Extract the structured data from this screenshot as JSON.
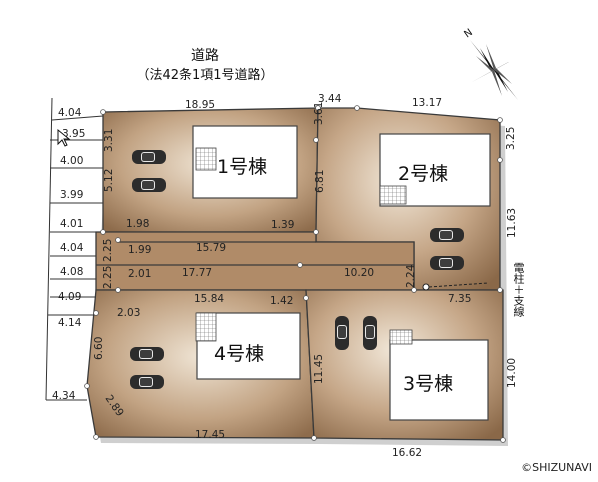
{
  "road": {
    "name": "道路",
    "note": "（法42条1項1号道路）"
  },
  "lots": {
    "lot1": "1号棟",
    "lot2": "2号棟",
    "lot3": "3号棟",
    "lot4": "4号棟"
  },
  "utility_pole": "電柱＋支線",
  "copyright": "©SHIZUNAVI",
  "dims": {
    "left_404": "4.04",
    "left_395": "3.95",
    "left_400": "4.00",
    "left_399": "3.99",
    "left_401": "4.01",
    "left_404b": "4.04",
    "left_408": "4.08",
    "left_409": "4.09",
    "left_414": "4.14",
    "left_434": "4.34",
    "top_1895": "18.95",
    "top_344": "3.44",
    "top_1317": "13.17",
    "v_331": "3.31",
    "v_361": "3.61",
    "v_325": "3.25",
    "v_512": "5.12",
    "v_681": "6.81",
    "v_1163": "11.63",
    "d_198": "1.98",
    "d_139": "1.39",
    "d_199": "1.99",
    "d_1579": "15.79",
    "v_225a": "2.25",
    "d_201": "2.01",
    "d_1777": "17.77",
    "d_1020": "10.20",
    "v_224": "2.24",
    "d_735": "7.35",
    "v_225b": "2.25",
    "d_1584": "15.84",
    "d_142": "1.42",
    "d_203": "2.03",
    "v_660": "6.60",
    "v_1145": "11.45",
    "v_1400": "14.00",
    "d_289": "2.89",
    "bot_1745": "17.45",
    "bot_1662": "16.62"
  },
  "colors": {
    "lot_fill": "#9c7a58",
    "lot_highlight": "#efe4d4",
    "road_fill": "#a98462",
    "outline": "#3a3a3a"
  },
  "icons": [
    "north-compass-icon",
    "car-icon",
    "stair-icon"
  ]
}
